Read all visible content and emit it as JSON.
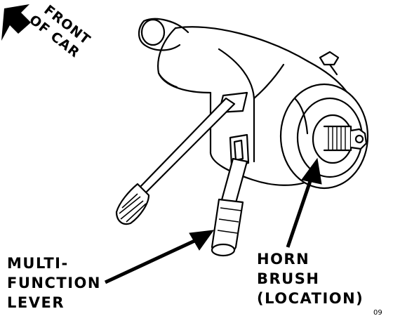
{
  "direction_label": {
    "line1": "FRONT",
    "line2": "OF CAR"
  },
  "callouts": {
    "multi_function_lever": [
      "MULTI-",
      "FUNCTION",
      "LEVER"
    ],
    "horn_brush": [
      "HORN",
      "BRUSH",
      "(LOCATION)"
    ]
  },
  "figure_code": "09",
  "colors": {
    "ink": "#000000",
    "paper": "#ffffff"
  }
}
